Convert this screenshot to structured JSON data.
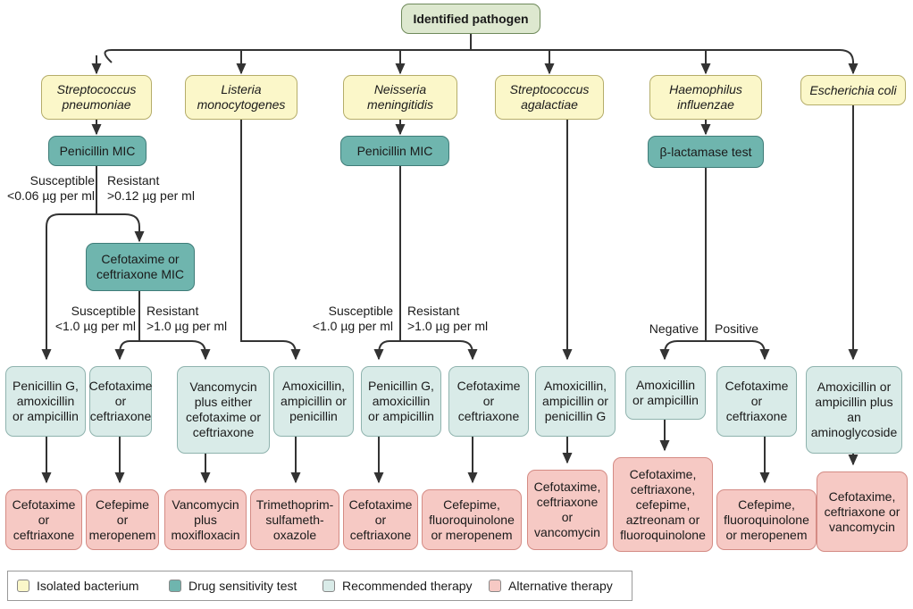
{
  "title": "Identified pathogen",
  "bacteria": [
    "Streptococcus pneumoniae",
    "Listeria monocytogenes",
    "Neisseria meningitidis",
    "Streptococcus agalactiae",
    "Haemophilus influenzae",
    "Escherichia coli"
  ],
  "tests": {
    "penicillin_mic_1": "Penicillin MIC",
    "penicillin_mic_2": "Penicillin MIC",
    "cefotaxime_mic": "Cefotaxime or ceftriaxone MIC",
    "beta_lactamase": "β-lactamase test"
  },
  "branch_labels": {
    "sp_susceptible": "Susceptible\n<0.06 µg per ml",
    "sp_resistant": "Resistant\n>0.12 µg per ml",
    "cef_susceptible": "Susceptible\n<1.0 µg per ml",
    "cef_resistant": "Resistant\n>1.0 µg per ml",
    "nm_susceptible": "Susceptible\n<1.0 µg per ml",
    "nm_resistant": "Resistant\n>1.0 µg per ml",
    "hi_negative": "Negative",
    "hi_positive": "Positive"
  },
  "recommended": [
    "Penicillin G, amoxicillin or ampicillin",
    "Cefotaxime or ceftriaxone",
    "Vancomycin plus either cefotaxime or ceftriaxone",
    "Amoxicillin, ampicillin or penicillin",
    "Penicillin G, amoxicillin or ampicillin",
    "Cefotaxime or ceftriaxone",
    "Amoxicillin, ampicillin or penicillin G",
    "Amoxicillin or ampicillin",
    "Cefotaxime or ceftriaxone",
    "Amoxicillin or ampicillin plus an aminoglycoside"
  ],
  "alternative": [
    "Cefotaxime or ceftriaxone",
    "Cefepime or meropenem",
    "Vancomycin plus moxifloxacin",
    "Trimethoprim-sulfameth-oxazole",
    "Cefotaxime or ceftriaxone",
    "Cefepime, fluoroquinolone or meropenem",
    "Cefotaxime, ceftriaxone or vancomycin",
    "Cefotaxime, ceftriaxone, cefepime, aztreonam or fluoroquinolone",
    "Cefepime, fluoroquinolone or meropenem",
    "Cefotaxime, ceftriaxone or vancomycin"
  ],
  "legend": [
    {
      "label": "Isolated bacterium",
      "color": "#fbf7c9"
    },
    {
      "label": "Drug sensitivity test",
      "color": "#6fb5ae"
    },
    {
      "label": "Recommended therapy",
      "color": "#d9ebe8"
    },
    {
      "label": "Alternative therapy",
      "color": "#f6c9c4"
    }
  ],
  "colors": {
    "line": "#333333",
    "top": "#dde8cf",
    "bacterium": "#fbf7c9",
    "test": "#6fb5ae",
    "recommended": "#d9ebe8",
    "alternative": "#f6c9c4"
  }
}
